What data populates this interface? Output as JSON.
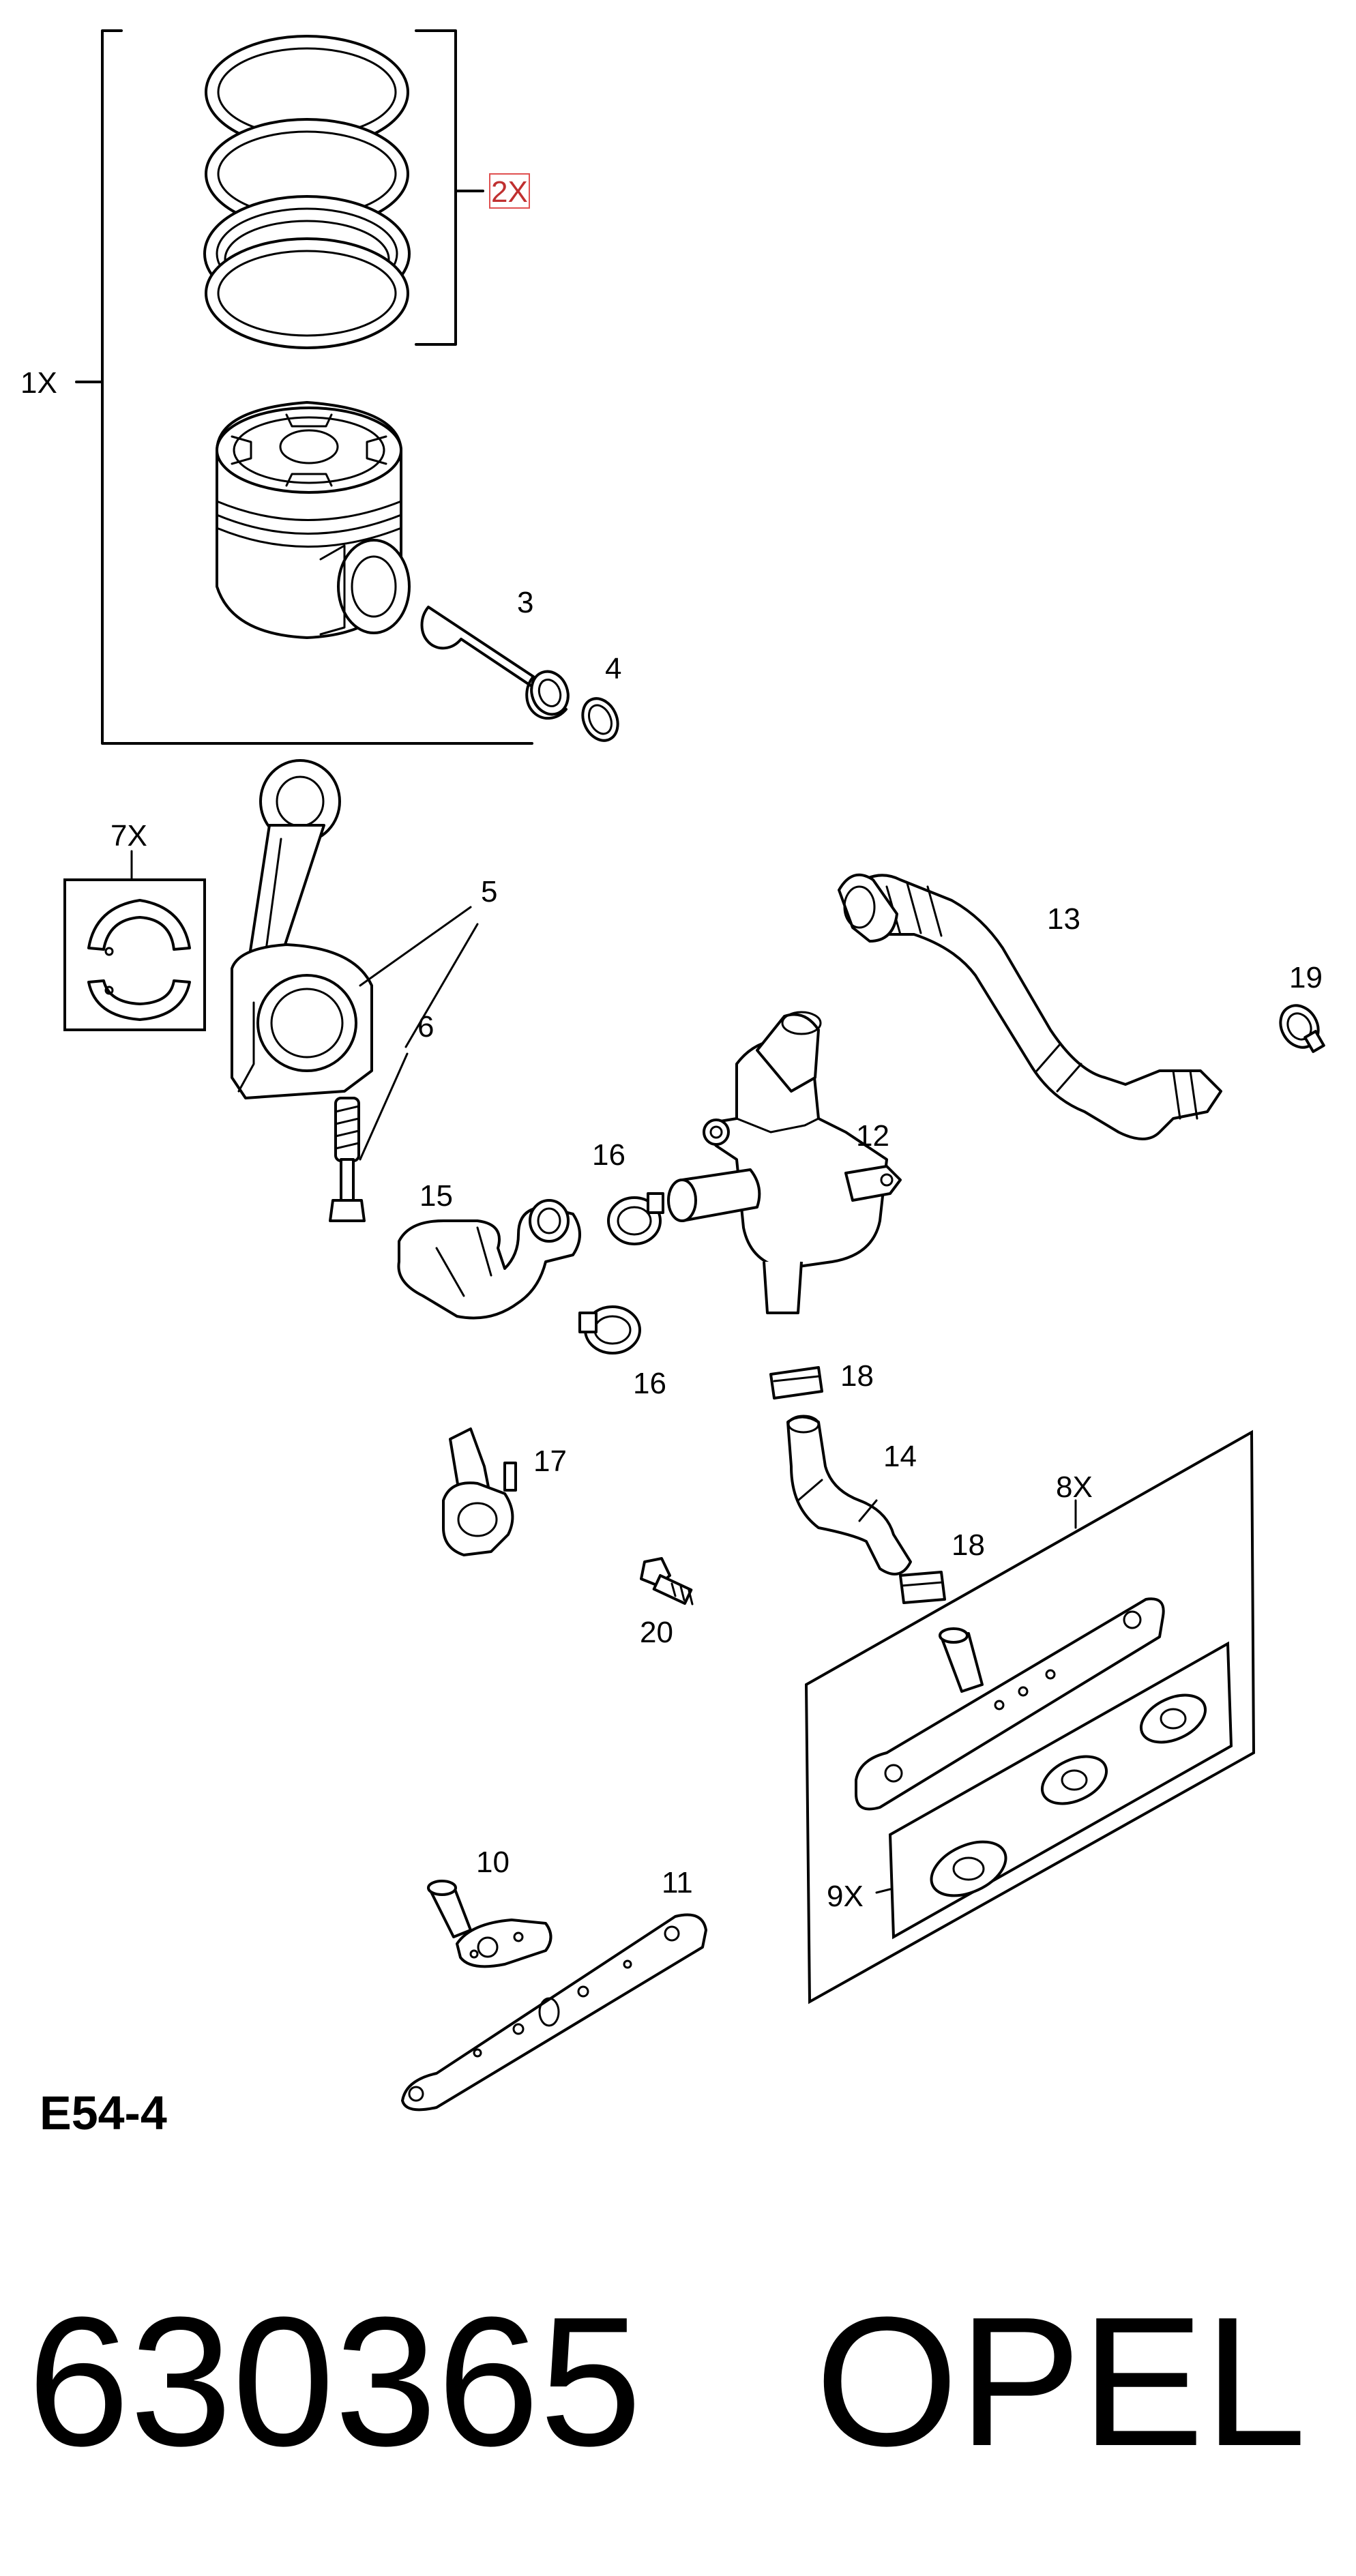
{
  "diagram": {
    "code": "E54-4",
    "callouts": {
      "c1": "1X",
      "c2": "2X",
      "c3": "3",
      "c4": "4",
      "c5": "5",
      "c6": "6",
      "c7": "7X",
      "c8": "8X",
      "c9": "9X",
      "c10": "10",
      "c11": "11",
      "c12": "12",
      "c13": "13",
      "c14": "14",
      "c15": "15",
      "c16a": "16",
      "c16b": "16",
      "c17": "17",
      "c18a": "18",
      "c18b": "18",
      "c19": "19",
      "c20": "20"
    }
  },
  "footer": {
    "number": "630365",
    "brand": "OPEL"
  },
  "colors": {
    "line": "#000000",
    "background": "#ffffff",
    "highlight": "#e05050"
  }
}
